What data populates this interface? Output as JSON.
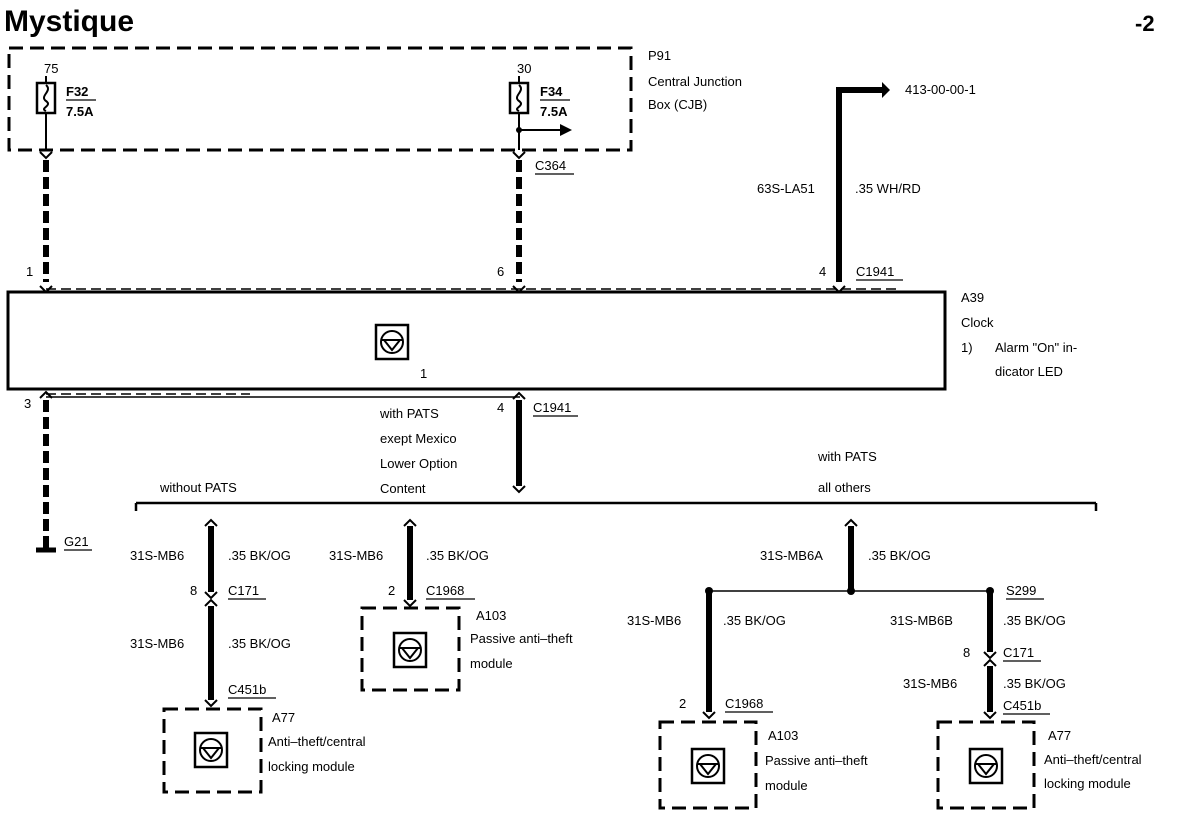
{
  "page": {
    "title": "Mystique",
    "page_number": "-2"
  },
  "cjb": {
    "id": "P91",
    "line1": "Central Junction",
    "line2": "Box (CJB)"
  },
  "fuses": [
    {
      "pin": "75",
      "id": "F32",
      "rating": "7.5A"
    },
    {
      "pin": "30",
      "id": "F34",
      "rating": "7.5A"
    }
  ],
  "connectors": {
    "c364": "C364",
    "c1941_top": "C1941",
    "c1941_bottom": "C1941",
    "c171_left": "C171",
    "c1968_mid": "C1968",
    "c451b_left": "C451b",
    "s299": "S299",
    "c1968_right": "C1968",
    "c171_right": "C171",
    "c451b_right": "C451b"
  },
  "ref": "413-00-00-1",
  "circuits": {
    "top_right_circuit": "63S-LA51",
    "top_right_color": ".35 WH/RD",
    "left_a_circuit": "31S-MB6",
    "left_a_color": ".35 BK/OG",
    "left_b_circuit": "31S-MB6",
    "left_b_color": ".35 BK/OG",
    "mid_circuit": "31S-MB6",
    "mid_color": ".35 BK/OG",
    "right_top_circuit": "31S-MB6A",
    "right_top_color": ".35 BK/OG",
    "right_left_circuit": "31S-MB6",
    "right_left_color": ".35 BK/OG",
    "right_right_circuit": "31S-MB6B",
    "right_right_color": ".35 BK/OG",
    "right_low_circuit": "31S-MB6",
    "right_low_color": ".35 BK/OG"
  },
  "pins": {
    "clock_p1": "1",
    "clock_p6": "6",
    "clock_p4_top": "4",
    "clock_p3": "3",
    "clock_p4_bottom": "4",
    "clock_inner": "1",
    "c171_left_pin": "8",
    "c1968_mid_pin": "2",
    "c1968_right_pin": "2",
    "c171_right_pin": "8"
  },
  "clock": {
    "id": "A39",
    "name": "Clock",
    "note_num": "1)",
    "note_l1": "Alarm \"On\" in-",
    "note_l2": "dicator LED"
  },
  "ground": "G21",
  "conditions": {
    "with_pats_l1": "with PATS",
    "with_pats_l2": "exept Mexico",
    "with_pats_l3": "Lower Option",
    "with_pats_l4": "Content",
    "without_pats": "without  PATS",
    "with_pats_others_l1": "with PATS",
    "with_pats_others_l2": "all others"
  },
  "modules": {
    "a103_mid": {
      "id": "A103",
      "l1": "Passive anti–theft",
      "l2": "module"
    },
    "a77_left": {
      "id": "A77",
      "l1": "Anti–theft/central",
      "l2": "locking module"
    },
    "a103_right": {
      "id": "A103",
      "l1": "Passive anti–theft",
      "l2": "module"
    },
    "a77_right": {
      "id": "A77",
      "l1": "Anti–theft/central",
      "l2": "locking module"
    }
  },
  "icons": [
    "fuse-icon",
    "module-symbol-icon",
    "ground-icon",
    "arrow-icon"
  ]
}
